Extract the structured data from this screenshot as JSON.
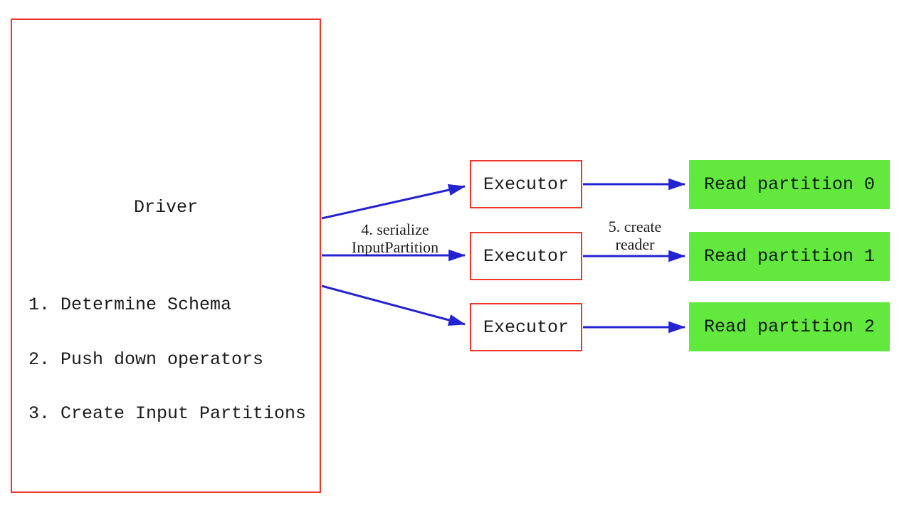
{
  "diagram": {
    "driver": {
      "title": "Driver",
      "steps": [
        "1. Determine Schema",
        "2. Push down operators",
        "3. Create Input Partitions"
      ]
    },
    "executors": [
      {
        "label": "Executor"
      },
      {
        "label": "Executor"
      },
      {
        "label": "Executor"
      }
    ],
    "partitions": [
      {
        "label": "Read partition 0"
      },
      {
        "label": "Read partition 1"
      },
      {
        "label": "Read partition 2"
      }
    ],
    "edge_labels": {
      "serialize_line1": "4. serialize",
      "serialize_line2": "InputPartition",
      "create_reader_line1": "5. create",
      "create_reader_line2": "reader"
    },
    "colors": {
      "box_border_red": "#ee372b",
      "arrow_blue": "#2323d1",
      "partition_green": "#63e83e",
      "text_black": "#1a1a1a",
      "background": "#ffffff"
    }
  }
}
